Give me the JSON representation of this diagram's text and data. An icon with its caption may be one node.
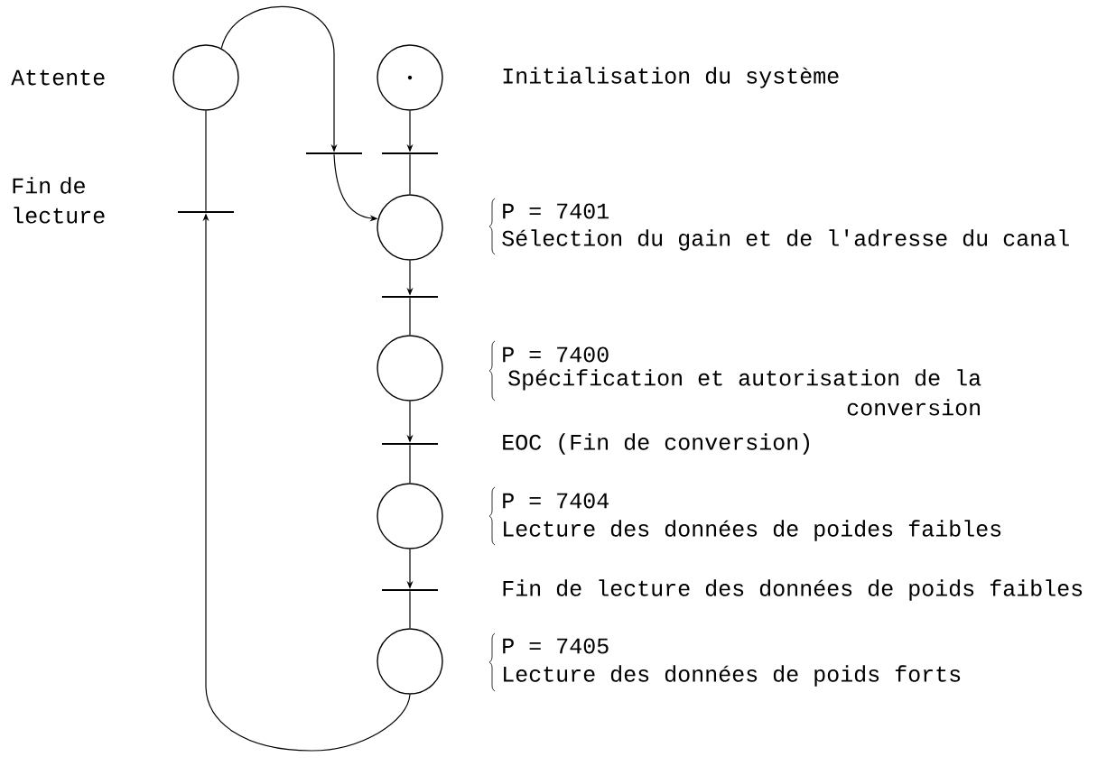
{
  "diagram": {
    "nodes": [
      {
        "text": [],
        "shape": "circle",
        "beside": [
          "Attente"
        ]
      },
      {
        "text": [],
        "shape": "circle",
        "beside": [
          "Initialisation du système"
        ]
      },
      {
        "text": [],
        "shape": "bar"
      },
      {
        "text": [],
        "shape": "bar"
      },
      {
        "text": [],
        "shape": "circle",
        "beside": [
          "P = 7401",
          "Sélection du gain et de l'adresse du canal"
        ]
      },
      {
        "text": [],
        "shape": "bar"
      },
      {
        "text": [],
        "shape": "circle",
        "beside": [
          "P = 7400",
          "Spécification et autorisation de la conversion"
        ]
      },
      {
        "text": [],
        "shape": "bar",
        "beside": [
          "EOC (Fin de conversion)"
        ]
      },
      {
        "text": [],
        "shape": "circle",
        "beside": [
          "P = 7404",
          "Lecture des données de poides faibles"
        ]
      },
      {
        "text": [],
        "shape": "bar",
        "beside": [
          "Fin de lecture des données de poids faibles"
        ]
      },
      {
        "text": [],
        "shape": "circle",
        "beside": [
          "P = 7405",
          "Lecture des données de poids forts"
        ]
      },
      {
        "text": [],
        "shape": "bar",
        "beside": [
          "Fin de lecture"
        ]
      }
    ],
    "edges": [
      {
        "from": 0,
        "to": 2,
        "arrow": "to"
      },
      {
        "from": 1,
        "to": 3,
        "arrow": "to"
      },
      {
        "from": 2,
        "to": 4,
        "arrow": "to"
      },
      {
        "from": 3,
        "to": 4,
        "arrow": "none"
      },
      {
        "from": 4,
        "to": 5,
        "arrow": "to"
      },
      {
        "from": 5,
        "to": 6,
        "arrow": "none"
      },
      {
        "from": 6,
        "to": 7,
        "arrow": "to"
      },
      {
        "from": 7,
        "to": 8,
        "arrow": "none"
      },
      {
        "from": 8,
        "to": 9,
        "arrow": "to"
      },
      {
        "from": 9,
        "to": 10,
        "arrow": "none"
      },
      {
        "from": 10,
        "to": 11,
        "arrow": "to"
      },
      {
        "from": 11,
        "to": 0,
        "arrow": "none"
      }
    ]
  }
}
